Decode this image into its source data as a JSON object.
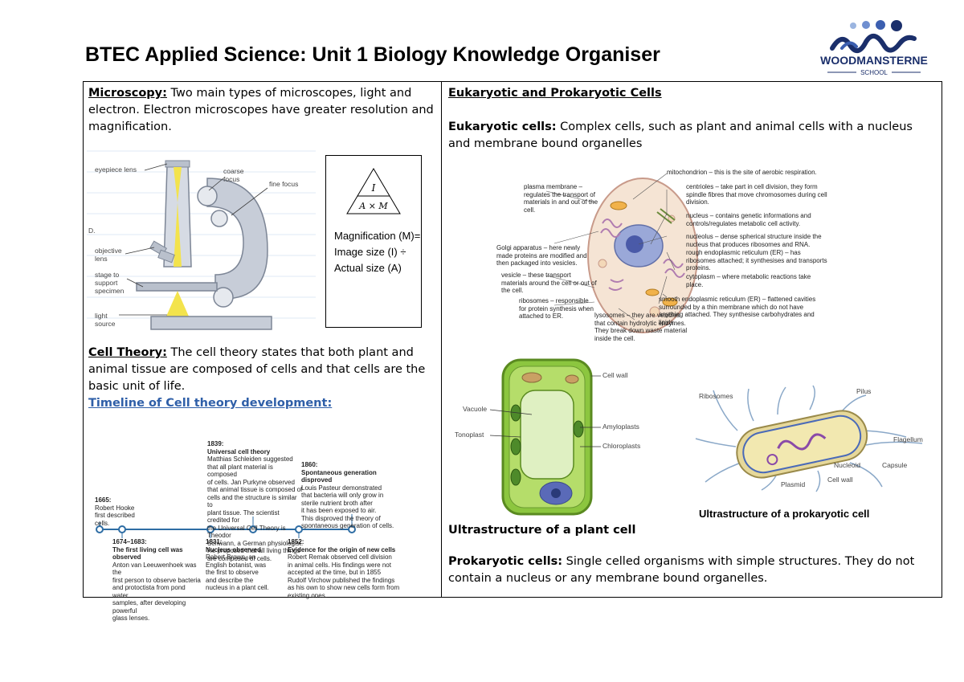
{
  "title": "BTEC Applied Science: Unit 1 Biology Knowledge Organiser",
  "logo": {
    "name": "WOODMANSTERNE",
    "sub": "SCHOOL",
    "colors": [
      "#1b2f6b",
      "#3c5fb0",
      "#9bb5e0"
    ]
  },
  "microscopy": {
    "heading": "Microscopy:",
    "text": " Two main types of microscopes, light and electron. Electron microscopes have greater resolution and magnification.",
    "labels": {
      "eyepiece": "eyepiece lens",
      "coarse": "coarse focus",
      "fine": "fine focus",
      "d": "D.",
      "objective": "objective lens",
      "stage": "stage to support specimen",
      "light": "light source"
    }
  },
  "magnification": {
    "top": "I",
    "bottom": "A × M",
    "text": "Magnification (M)= Image size (I) ÷ Actual size (A)"
  },
  "cell_theory": {
    "heading": "Cell Theory:",
    "text": " The cell theory states that both plant and animal tissue are composed of cells and that cells are the basic unit of life.",
    "timeline_link": "Timeline of Cell theory development:"
  },
  "timeline": {
    "above": [
      {
        "year": "1665:",
        "lines": [
          "Robert Hooke",
          "first described",
          "cells."
        ]
      },
      {
        "year": "1839:",
        "title": "Universal cell theory",
        "lines": [
          "Matthias Schleiden suggested",
          "that all plant material is composed",
          "of cells. Jan Purkyne observed",
          "that animal tissue is composed of",
          "cells and the structure is similar to",
          "plant tissue. The scientist credited for",
          "the Universal Cell Theory is Theodor",
          "Schwann, a German physiologist.",
          "He proposed that all living things",
          "are composed of cells."
        ]
      },
      {
        "year": "1860:",
        "title": "Spontaneous generation disproved",
        "lines": [
          "Louis Pasteur demonstrated",
          "that bacteria will only grow in",
          "sterile nutrient broth after",
          "it has been exposed to air.",
          "This disproved the theory of",
          "spontaneous generation of cells."
        ]
      }
    ],
    "below": [
      {
        "year": "1674–1683:",
        "title": "The first living cell was observed",
        "lines": [
          "Anton van Leeuwenhoek was the",
          "first person to observe bacteria",
          "and protoctista from pond water",
          "samples, after developing powerful",
          "glass lenses."
        ]
      },
      {
        "year": "1831:",
        "title": "Nucleus observed",
        "lines": [
          "Robert Brown, an",
          "English botanist, was",
          "the first to observe",
          "and describe the",
          "nucleus in a plant cell."
        ]
      },
      {
        "year": "1852:",
        "title": "Evidence for the origin of new cells",
        "lines": [
          "Robert Remak observed cell division",
          "in animal cells. His findings were not",
          "accepted at the time, but in 1855",
          "Rudolf Virchow published the findings",
          "as his own to show new cells form from",
          "existing ones."
        ]
      }
    ],
    "line_color": "#2e6da4"
  },
  "right": {
    "heading": "Eukaryotic and Prokaryotic Cells",
    "euk_label": "Eukaryotic cells:",
    "euk_text": " Complex cells, such as plant and animal cells with a nucleus and membrane bound organelles",
    "animal_labels": {
      "plasma": "plasma membrane – regulates the transport of materials in and out of the cell.",
      "golgi": "Golgi apparatus – here newly made proteins are modified and then packaged into vesicles.",
      "vesicle": "vesicle – these transport materials around the cell or out of the cell.",
      "ribosomes": "ribosomes – responsible for protein synthesis when attached to ER.",
      "lysosomes": "lysosomes – they are vesicles that contain hydrolytic enzymes. They break down waste material inside the cell.",
      "mito": "mitochondrion – this is the site of aerobic respiration.",
      "centrioles": "centrioles – take part in cell division, they form spindle fibres that move chromosomes during cell division.",
      "nucleus": "nucleus – contains genetic informations and controls/regulates metabolic cell activity.",
      "nucleolus": "nucleolus – dense spherical structure inside the nucleus that produces ribosomes and RNA.",
      "rer": "rough endoplasmic reticulum (ER) – has ribosomes attached; it synthesises and transports proteins.",
      "cytoplasm": "cytoplasm – where metabolic reactions take place.",
      "ser": "smooth endoplasmic reticulum (ER) – flattened cavities surrounded by a thin membrane which do not have anything attached. They synthesise carbohydrates and lipids."
    },
    "plant_labels": {
      "wall": "Cell wall",
      "vacuole": "Vacuole",
      "tonoplast": "Tonoplast",
      "amylo": "Amyloplasts",
      "chloro": "Chloroplasts"
    },
    "prok_labels": {
      "ribosomes": "Ribosomes",
      "pilus": "Pilus",
      "flagellum": "Flagellum",
      "nucleoid": "Nucleoid",
      "capsule": "Capsule",
      "cellwall": "Cell wall",
      "plasmid": "Plasmid"
    },
    "prok_caption": "Ultrastructure of a prokaryotic cell",
    "plant_caption": "Ultrastructure of a plant cell",
    "prok_label": "Prokaryotic cells:",
    "prok_text": " Single celled organisms with simple structures. They do not contain a nucleus or any membrane bound organelles."
  }
}
